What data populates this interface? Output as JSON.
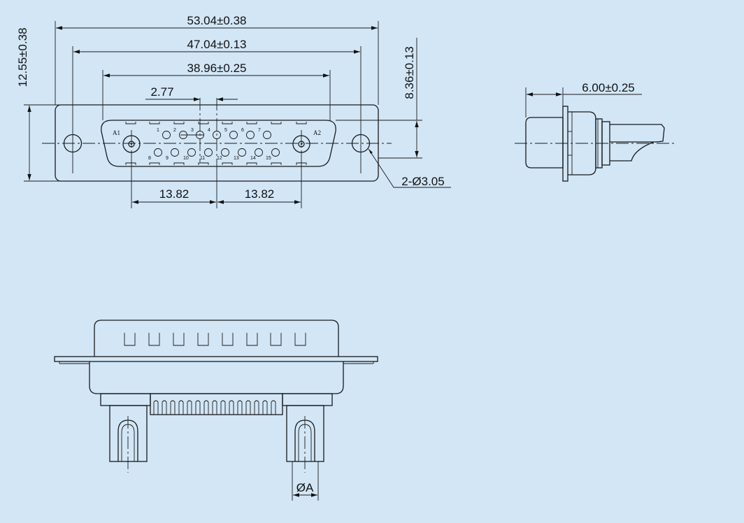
{
  "dimensions": {
    "overall_length": "53.04±0.38",
    "mounting_hole_pitch": "47.04±0.13",
    "shell_width": "38.96±0.25",
    "pin_pitch": "2.77",
    "flange_height": "12.55±0.38",
    "shell_height": "8.36±0.13",
    "left_offset": "13.82",
    "right_offset": "13.82",
    "mount_hole_dia": "2-Ø3.05",
    "side_depth": "6.00±0.25",
    "pin_dia": "ØA"
  },
  "contacts": {
    "coax_left": "A1",
    "coax_right": "A2",
    "row1": [
      "1",
      "2",
      "3",
      "4",
      "5",
      "6",
      "7"
    ],
    "row2": [
      "8",
      "9",
      "10",
      "11",
      "12",
      "13",
      "14",
      "15"
    ]
  }
}
